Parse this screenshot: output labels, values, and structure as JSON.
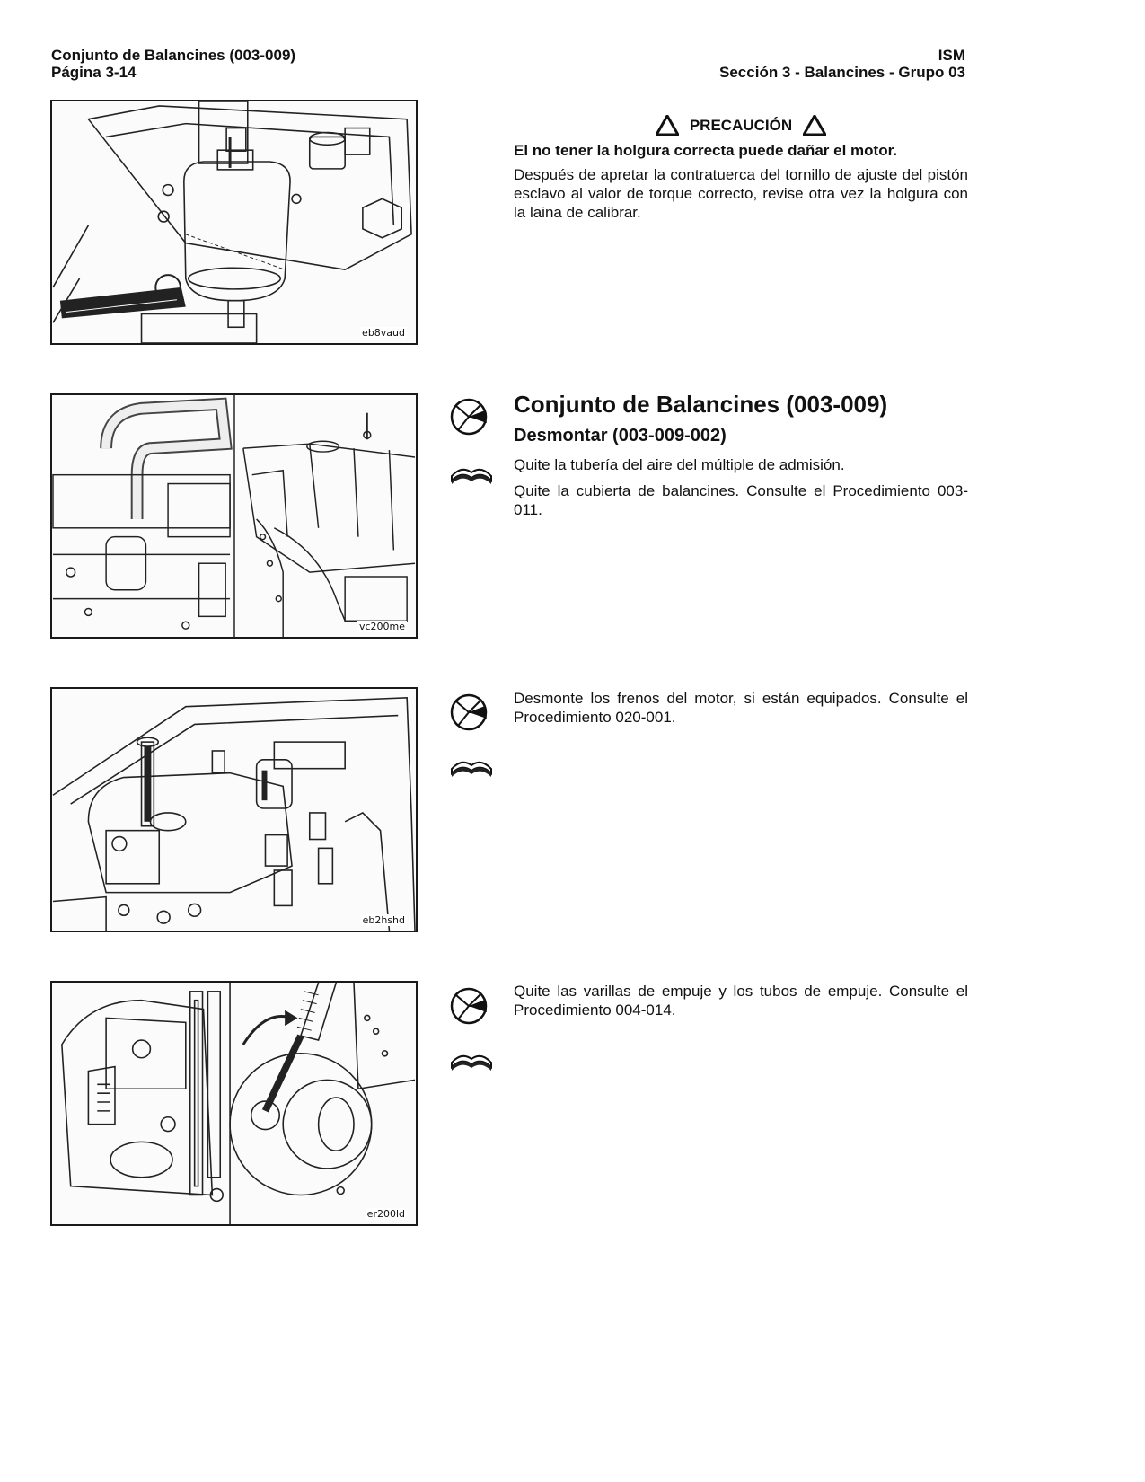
{
  "header": {
    "left_line1": "Conjunto de Balancines (003-009)",
    "left_line2": "Página 3-14",
    "right_line1": "ISM",
    "right_line2": "Sección 3 - Balancines - Grupo 03"
  },
  "figures": [
    {
      "code": "eb8vaud"
    },
    {
      "code": "vc200me"
    },
    {
      "code": "eb2hshd"
    },
    {
      "code": "er200ld"
    }
  ],
  "caution": {
    "label": "PRECAUCIÓN",
    "bold": "El no tener la holgura correcta puede dañar el motor.",
    "text": "Después de apretar la contratuerca del tornillo de ajuste del pistón esclavo al valor de torque correcto, revise otra vez la holgura con la laina de calibrar."
  },
  "section": {
    "title": "Conjunto de Balancines (003-009)",
    "subtitle": "Desmontar (003-009-002)",
    "step1": "Quite la tubería del aire del múltiple de admisión.",
    "step2": "Quite la cubierta de balancines. Consulte el Procedimiento 003-011."
  },
  "step3": "Desmonte los frenos del motor, si están equipados. Consulte el Procedimiento 020-001.",
  "step4": "Quite las varillas de empuje y los tubos de empuje. Consulte el Procedimiento 004-014.",
  "icons": [
    "time-clock-icon",
    "book-reference-icon"
  ]
}
